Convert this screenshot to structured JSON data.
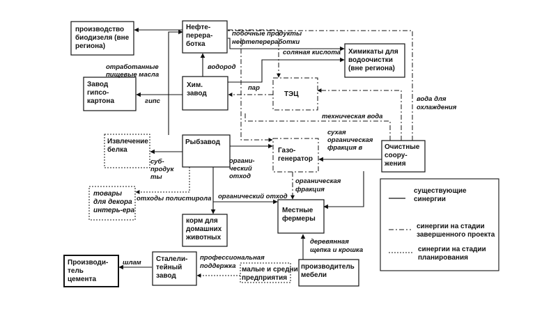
{
  "boxes": {
    "biodiesel": [
      "производство",
      "биодизеля (вне",
      "региона)"
    ],
    "refinery": [
      "Нефте-",
      "перера-",
      "ботка"
    ],
    "chemicals": [
      "Химикаты для",
      "водоочистки",
      "(вне региона)"
    ],
    "gypsum": [
      "Завод",
      "гипсо-",
      "картона"
    ],
    "chem_plant": [
      "Хим.",
      "завод"
    ],
    "tec": [
      "ТЭЦ"
    ],
    "protein": [
      "Извлечение",
      "белка"
    ],
    "fish": [
      "Рыбзавод"
    ],
    "gasifier": [
      "Газо-",
      "генератор"
    ],
    "treatment": [
      "Очистные",
      "соору-",
      "жения"
    ],
    "decor": [
      "товары",
      "для декора",
      "интерь-ера"
    ],
    "feed": [
      "корм для",
      "домашних",
      "животных"
    ],
    "farmers": [
      "Местные",
      "фермеры"
    ],
    "cement": [
      "Производи-",
      "тель",
      "цемента"
    ],
    "steel": [
      "Сталели-",
      "тейный",
      "завод"
    ],
    "sme": [
      "малые и средни",
      "предприятия"
    ],
    "furniture": [
      "производитель",
      "мебели"
    ]
  },
  "labels": {
    "byproducts": [
      "побочные продукты",
      "нефтепереработки"
    ],
    "hcl": "соляная кислота",
    "used_oil": [
      "отработанные",
      "пищевые масла"
    ],
    "hydrogen": "водород",
    "steam": "пар",
    "gypsum": "гипс",
    "cooling_water": [
      "вода для",
      "охлаждения"
    ],
    "tech_water": "техническая вода",
    "dry_fraction": [
      "сухая",
      "органическая",
      "фракция в"
    ],
    "subproducts": [
      "суб-",
      "продук",
      "ты"
    ],
    "organic_waste_v": [
      "органи-",
      "ческий",
      "отход"
    ],
    "polystyrene": "отходы полистирола",
    "organic_waste_h": "органический отход",
    "organic_fraction": [
      "органическая",
      "фракция"
    ],
    "wood_chips": [
      "деревянная",
      "щепка и крошка"
    ],
    "slag": "шлам",
    "prof_support": [
      "профессиональная",
      "поддержка"
    ]
  },
  "legend": {
    "existing": [
      "существующие",
      "синергии"
    ],
    "completed": [
      "синергии на стадии",
      "завершенного проекта"
    ],
    "planning": [
      "синергии на стадии",
      "планирования"
    ]
  }
}
